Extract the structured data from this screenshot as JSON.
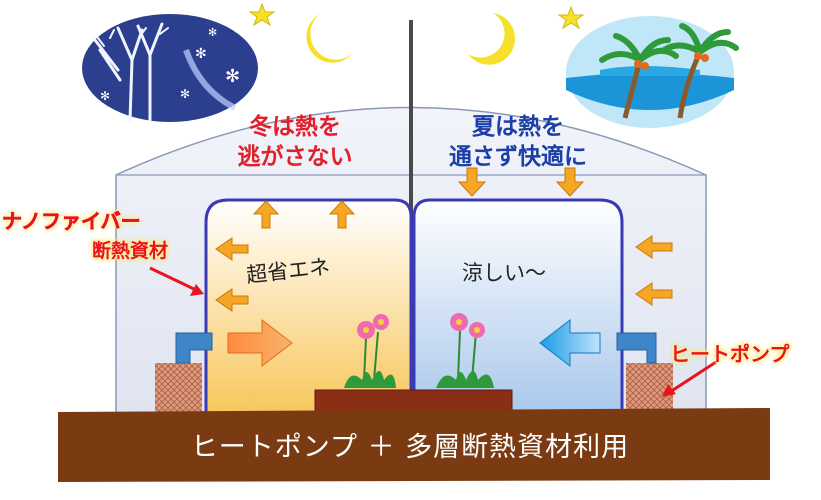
{
  "messages": {
    "winter": "冬は熱を\n逃がさない",
    "summer": "夏は熱を\n通さず快適に"
  },
  "rooms": {
    "warm_label": "超省エネ",
    "cool_label": "涼しい〜"
  },
  "callouts": {
    "nanofiber_line1": "ナノファイバー",
    "nanofiber_line2": "断熱資材",
    "heat_pump": "ヒートポンプ"
  },
  "banner": "ヒートポンプ ＋ 多層断熱資材利用",
  "colors": {
    "winter_text": "#e0202a",
    "summer_text": "#1c3ea8",
    "callout_text": "#e8141e",
    "soil": "#7a3b12",
    "heat_arrow": "#f5a623",
    "cool_arrow": "#1a9be6",
    "warm_room_top": "#ffffff",
    "warm_room_bottom": "#f7c65a",
    "cool_room_top": "#ffffff",
    "cool_room_bottom": "#a9c8ec"
  },
  "icons": [
    "star-icon",
    "crescent-moon-icon",
    "winter-tree-icon",
    "palm-beach-icon",
    "flower-icon",
    "heat-pump-icon"
  ]
}
